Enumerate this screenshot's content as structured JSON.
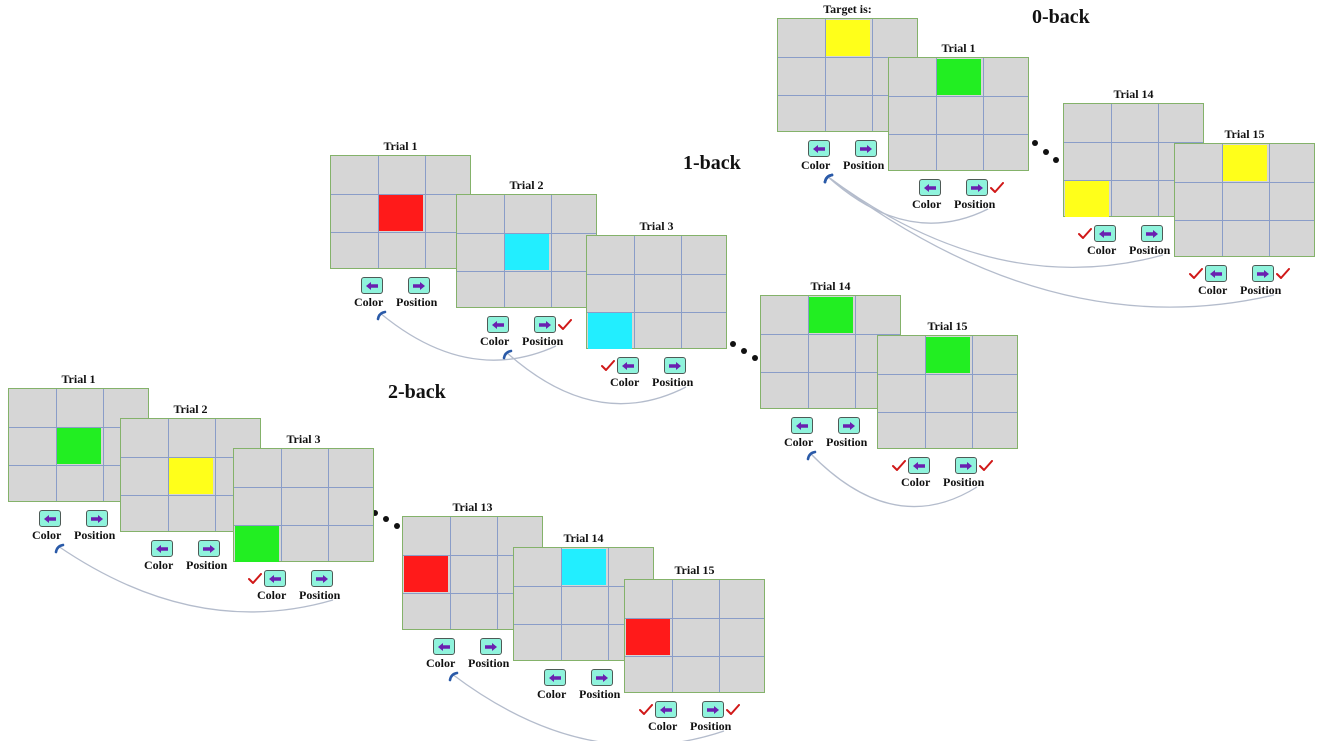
{
  "labels": {
    "color": "Color",
    "position": "Position",
    "target": "Target is:"
  },
  "colors": {
    "red": "#ff1a1a",
    "green": "#22ee22",
    "cyan": "#22eeff",
    "yellow": "#ffff1a",
    "cell": "#d6d6d6",
    "grid_line": "#8a9dc8",
    "board_border": "#84b26a",
    "button_fill": "#8ff3dc",
    "arrow": "#6a1fb0",
    "check": "#d01818",
    "arc": "#b4bccc",
    "hook": "#2a5aa8"
  },
  "icons": {
    "color_button": "arrow-left-icon",
    "position_button": "arrow-right-icon",
    "correct_mark": "check-icon",
    "comparison_link": "curved-arrow-icon"
  },
  "sections": [
    {
      "id": "zero-back",
      "title": "0-back",
      "panels": [
        {
          "title": "Target is:",
          "color": "yellow",
          "cell": [
            0,
            1
          ],
          "checks": {
            "color": false,
            "position": false
          }
        },
        {
          "title": "Trial 1",
          "color": "green",
          "cell": [
            0,
            1
          ],
          "checks": {
            "color": false,
            "position": true
          }
        },
        {
          "title": "Trial 14",
          "color": "yellow",
          "cell": [
            2,
            0
          ],
          "checks": {
            "color": true,
            "position": false
          }
        },
        {
          "title": "Trial 15",
          "color": "yellow",
          "cell": [
            0,
            1
          ],
          "checks": {
            "color": true,
            "position": true
          }
        }
      ]
    },
    {
      "id": "one-back",
      "title": "1-back",
      "panels": [
        {
          "title": "Trial 1",
          "color": "red",
          "cell": [
            1,
            1
          ],
          "checks": {
            "color": false,
            "position": false
          }
        },
        {
          "title": "Trial 2",
          "color": "cyan",
          "cell": [
            1,
            1
          ],
          "checks": {
            "color": false,
            "position": true
          }
        },
        {
          "title": "Trial 3",
          "color": "cyan",
          "cell": [
            2,
            0
          ],
          "checks": {
            "color": true,
            "position": false
          }
        },
        {
          "title": "Trial 14",
          "color": "green",
          "cell": [
            0,
            1
          ],
          "checks": {
            "color": false,
            "position": false
          }
        },
        {
          "title": "Trial 15",
          "color": "green",
          "cell": [
            0,
            1
          ],
          "checks": {
            "color": true,
            "position": true
          }
        }
      ]
    },
    {
      "id": "two-back",
      "title": "2-back",
      "panels": [
        {
          "title": "Trial 1",
          "color": "green",
          "cell": [
            1,
            1
          ],
          "checks": {
            "color": false,
            "position": false
          }
        },
        {
          "title": "Trial 2",
          "color": "yellow",
          "cell": [
            1,
            1
          ],
          "checks": {
            "color": false,
            "position": false
          }
        },
        {
          "title": "Trial 3",
          "color": "green",
          "cell": [
            2,
            0
          ],
          "checks": {
            "color": true,
            "position": false
          }
        },
        {
          "title": "Trial 13",
          "color": "red",
          "cell": [
            1,
            0
          ],
          "checks": {
            "color": false,
            "position": false
          }
        },
        {
          "title": "Trial 14",
          "color": "cyan",
          "cell": [
            0,
            1
          ],
          "checks": {
            "color": false,
            "position": false
          }
        },
        {
          "title": "Trial 15",
          "color": "red",
          "cell": [
            1,
            0
          ],
          "checks": {
            "color": true,
            "position": true
          }
        }
      ]
    }
  ]
}
